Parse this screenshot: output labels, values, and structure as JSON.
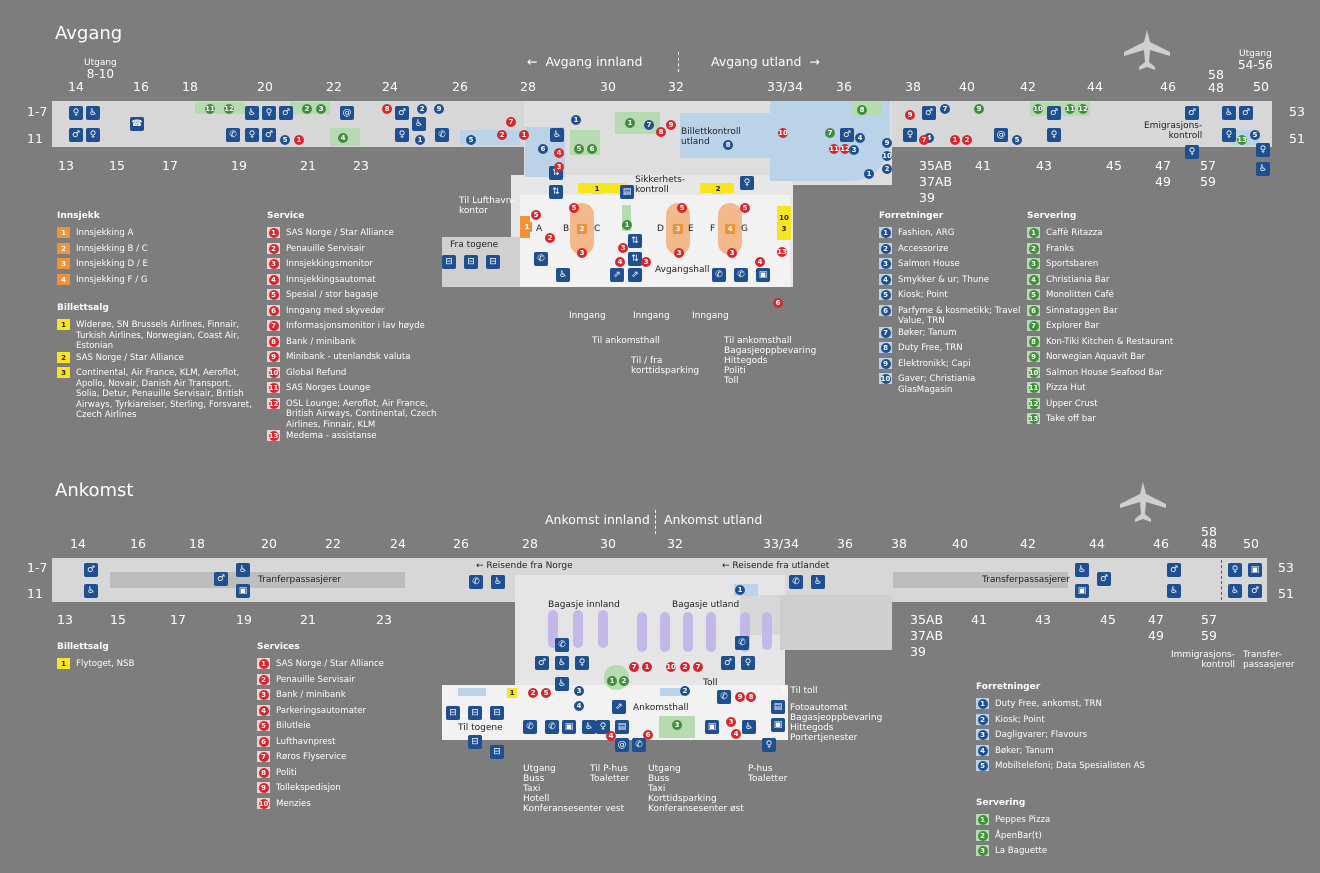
{
  "departure": {
    "title": "Avgang",
    "sub_left": "Avgang innland",
    "sub_right": "Avgang utland",
    "arrow_left": "←",
    "arrow_right": "→",
    "gates_top": [
      "14",
      "16",
      "18",
      "20",
      "22",
      "24",
      "26",
      "28",
      "30",
      "32",
      "33/34",
      "36",
      "38",
      "40",
      "42",
      "44",
      "46",
      "48",
      "50"
    ],
    "gates_bottom": [
      "13",
      "15",
      "17",
      "19",
      "21",
      "23",
      "35AB",
      "37AB",
      "39",
      "41",
      "43",
      "45",
      "47",
      "49",
      "57",
      "59",
      "53",
      "51",
      "1-7",
      "11"
    ],
    "gate_utgang_left": "Utgang",
    "gate_utgang_left_nr": "8-10",
    "gate_utgang_right": "Utgang",
    "gate_utgang_right_nr": "54-56",
    "gate_58": "58",
    "labels": {
      "billettkontroll": "Billettkontroll",
      "utland": "utland",
      "sikkerhet": "Sikkerhets-",
      "kontroll": "kontroll",
      "lufthavn": "Til Lufthavn-",
      "kontor": "kontor",
      "fra_togene": "Fra togene",
      "avgangshall": "Avgangshall",
      "emigrasjon": "Emigrasjons-",
      "emigrasjon2": "kontroll",
      "inngang1": "Inngang",
      "inngang2": "Inngang",
      "inngang3": "Inngang",
      "til_ankomsthall_a": "Til ankomsthall",
      "til_ankomsthall_b": "Til ankomsthall",
      "bagasje": "Bagasjeoppbevaring",
      "hittegods": "Hittegods",
      "politi": "Politi",
      "toll": "Toll",
      "til_fra": "Til / fra",
      "korttid": "korttidsparking",
      "counter_a": "A",
      "counter_b": "B",
      "counter_c": "C",
      "counter_d": "D",
      "counter_e": "E",
      "counter_f": "F",
      "counter_g": "G"
    }
  },
  "legend_innsjekk": {
    "title": "Innsjekk",
    "items": [
      {
        "n": "1",
        "t": "Innsjekking A"
      },
      {
        "n": "2",
        "t": "Innsjekking B / C"
      },
      {
        "n": "3",
        "t": "Innsjekking D / E"
      },
      {
        "n": "4",
        "t": "Innsjekking F / G"
      }
    ]
  },
  "legend_billett": {
    "title": "Billettsalg",
    "items": [
      {
        "n": "1",
        "t": "Widerøe, SN Brussels Airlines, Finnair, Turkish Airlines, Norwegian, Coast Air, Estonian"
      },
      {
        "n": "2",
        "t": "SAS Norge / Star Alliance"
      },
      {
        "n": "3",
        "t": "Continental, Air France, KLM, Aeroflot, Apollo, Novair, Danish Air Transport, Solia, Detur, Penauille Servisair, British Airways, Tyrkiareiser, Sterling, Forsvaret, Czech Airlines"
      }
    ]
  },
  "legend_service": {
    "title": "Service",
    "items": [
      {
        "n": "1",
        "t": "SAS Norge / Star Alliance"
      },
      {
        "n": "2",
        "t": "Penauille Servisair"
      },
      {
        "n": "3",
        "t": "Innsjekkingsmonitor"
      },
      {
        "n": "4",
        "t": "Innsjekkingsautomat"
      },
      {
        "n": "5",
        "t": "Spesial / stor bagasje"
      },
      {
        "n": "6",
        "t": "Inngang med skyvedør"
      },
      {
        "n": "7",
        "t": "Informasjonsmonitor i lav høyde"
      },
      {
        "n": "8",
        "t": "Bank / minibank"
      },
      {
        "n": "9",
        "t": "Minibank - utenlandsk valuta"
      },
      {
        "n": "10",
        "t": "Global Refund"
      },
      {
        "n": "11",
        "t": "SAS Norges Lounge"
      },
      {
        "n": "12",
        "t": "OSL Lounge; Aeroflot, Air France, British Airways, Continental, Czech Airlines, Finnair, KLM"
      },
      {
        "n": "13",
        "t": "Medema - assistanse"
      }
    ]
  },
  "legend_forretninger": {
    "title": "Forretninger",
    "items": [
      {
        "n": "1",
        "t": "Fashion, ARG"
      },
      {
        "n": "2",
        "t": "Accessorize"
      },
      {
        "n": "3",
        "t": "Salmon House"
      },
      {
        "n": "4",
        "t": "Smykker & ur; Thune"
      },
      {
        "n": "5",
        "t": "Kiosk; Point"
      },
      {
        "n": "6",
        "t": "Parfyme & kosmetikk; Travel Value, TRN"
      },
      {
        "n": "7",
        "t": "Bøker; Tanum"
      },
      {
        "n": "8",
        "t": "Duty Free, TRN"
      },
      {
        "n": "9",
        "t": "Elektronikk; Capi"
      },
      {
        "n": "10",
        "t": "Gaver; Christiania GlasMagasin"
      }
    ]
  },
  "legend_servering": {
    "title": "Servering",
    "items": [
      {
        "n": "1",
        "t": "Caffè Ritazza"
      },
      {
        "n": "2",
        "t": "Franks"
      },
      {
        "n": "3",
        "t": "Sportsbaren"
      },
      {
        "n": "4",
        "t": "Christiania Bar"
      },
      {
        "n": "5",
        "t": "Monolitten Café"
      },
      {
        "n": "6",
        "t": "Sinnataggen Bar"
      },
      {
        "n": "7",
        "t": "Explorer Bar"
      },
      {
        "n": "8",
        "t": "Kon-Tiki Kitchen & Restaurant"
      },
      {
        "n": "9",
        "t": "Norwegian Aquavit Bar"
      },
      {
        "n": "10",
        "t": "Salmon House Seafood Bar"
      },
      {
        "n": "11",
        "t": "Pizza Hut"
      },
      {
        "n": "12",
        "t": "Upper Crust"
      },
      {
        "n": "13",
        "t": "Take off bar"
      }
    ]
  },
  "arrival": {
    "title": "Ankomst",
    "sub_left": "Ankomst innland",
    "sub_right": "Ankomst utland",
    "gates_top": [
      "14",
      "16",
      "18",
      "20",
      "22",
      "24",
      "26",
      "28",
      "30",
      "32",
      "33/34",
      "36",
      "38",
      "40",
      "42",
      "44",
      "46",
      "48",
      "50"
    ],
    "gates_bottom": [
      "13",
      "15",
      "17",
      "19",
      "21",
      "23",
      "35AB",
      "37AB",
      "39",
      "41",
      "43",
      "45",
      "47",
      "49",
      "57",
      "59",
      "53",
      "51",
      "1-7",
      "11"
    ],
    "gate_58": "58",
    "labels": {
      "tranfer_left": "Tranferpassasjerer",
      "tranfer_right": "Transferpassasjerer",
      "reisende_norge": "Reisende fra Norge",
      "reisende_utland": "Reisende fra utlandet",
      "bagasje_innland": "Bagasje innland",
      "bagasje_utland": "Bagasje utland",
      "ankomsthall": "Ankomsthall",
      "toll": "Toll",
      "til_toll": "Til toll",
      "til_togene": "Til togene",
      "foto": "Fotoautomat",
      "bagasjeopp": "Bagasjeoppbevaring",
      "hittegods": "Hittegods",
      "portier": "Portertjenester",
      "utgang_w": [
        "Utgang",
        "Buss",
        "Taxi",
        "Hotell",
        "Konferansesenter vest"
      ],
      "phus_w": [
        "Til P-hus",
        "Toaletter"
      ],
      "utgang_e": [
        "Utgang",
        "Buss",
        "Taxi",
        "Korttidsparking",
        "Konferansesenter øst"
      ],
      "phus_e": [
        "P-hus",
        "Toaletter"
      ],
      "immigrasjon": [
        "Immigrasjons-",
        "kontroll"
      ],
      "transfer_small": [
        "Transfer-",
        "passasjerer"
      ]
    }
  },
  "legend_billett_ank": {
    "title": "Billettsalg",
    "items": [
      {
        "n": "1",
        "t": "Flytoget, NSB"
      }
    ]
  },
  "legend_services_ank": {
    "title": "Services",
    "items": [
      {
        "n": "1",
        "t": "SAS Norge / Star Alliance"
      },
      {
        "n": "2",
        "t": "Penauille  Servisair"
      },
      {
        "n": "3",
        "t": "Bank / minibank"
      },
      {
        "n": "4",
        "t": "Parkeringsautomater"
      },
      {
        "n": "5",
        "t": "Bilutleie"
      },
      {
        "n": "6",
        "t": "Lufthavnprest"
      },
      {
        "n": "7",
        "t": "Røros Flyservice"
      },
      {
        "n": "8",
        "t": "Politi"
      },
      {
        "n": "9",
        "t": "Tollekspedisjon"
      },
      {
        "n": "10",
        "t": "Menzies"
      }
    ]
  },
  "legend_forr_ank": {
    "title": "Forretninger",
    "items": [
      {
        "n": "1",
        "t": "Duty Free, ankomst, TRN"
      },
      {
        "n": "2",
        "t": "Kiosk; Point"
      },
      {
        "n": "3",
        "t": "Dagligvarer; Flavours"
      },
      {
        "n": "4",
        "t": "Bøker; Tanum"
      },
      {
        "n": "5",
        "t": "Mobiltelefoni; Data Spesialisten AS"
      }
    ]
  },
  "legend_serv_ank": {
    "title": "Servering",
    "items": [
      {
        "n": "1",
        "t": "Peppes Pizza"
      },
      {
        "n": "2",
        "t": "ÅpenBar(t)"
      },
      {
        "n": "3",
        "t": "La Baguette"
      }
    ]
  }
}
